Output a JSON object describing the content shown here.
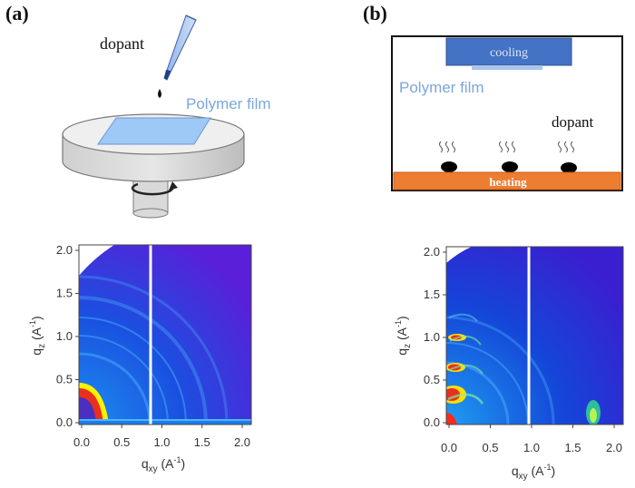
{
  "panels": {
    "a": {
      "label": "(a)",
      "dopant_label": "dopant",
      "film_label": "Polymer film"
    },
    "b": {
      "label": "(b)",
      "cooling_label": "cooling",
      "film_label": "Polymer film",
      "dopant_label": "dopant",
      "heating_label": "heating"
    }
  },
  "colors": {
    "film_text": "#7ba6e0",
    "cooling_block": "#4472c4",
    "heating_block": "#ed7d31",
    "spin_base": "#d9d9d9"
  },
  "giwaxs": [
    {
      "id": "a",
      "x_ticks": [
        "0.0",
        "0.5",
        "1.0",
        "1.5",
        "2.0"
      ],
      "y_ticks": [
        "0.0",
        "0.5",
        "1.0",
        "1.5",
        "2.0"
      ],
      "xlabel_main": "q",
      "xlabel_sub": "xy",
      "xlabel_unit": " (A",
      "xlabel_sup": "-1",
      "xlabel_close": ")",
      "ylabel_main": "q",
      "ylabel_sub": "z",
      "ylabel_unit": " (A",
      "ylabel_sup": "-1",
      "ylabel_close": ")"
    },
    {
      "id": "b",
      "x_ticks": [
        "0.0",
        "0.5",
        "1.0",
        "1.5",
        "2.0"
      ],
      "y_ticks": [
        "0.0",
        "0.5",
        "1.0",
        "1.5",
        "2.0"
      ],
      "xlabel_main": "q",
      "xlabel_sub": "xy",
      "xlabel_unit": " (A",
      "xlabel_sup": "-1",
      "xlabel_close": ")",
      "ylabel_main": "q",
      "ylabel_sub": "z",
      "ylabel_unit": " (A",
      "ylabel_sup": "-1",
      "ylabel_close": ")"
    }
  ]
}
